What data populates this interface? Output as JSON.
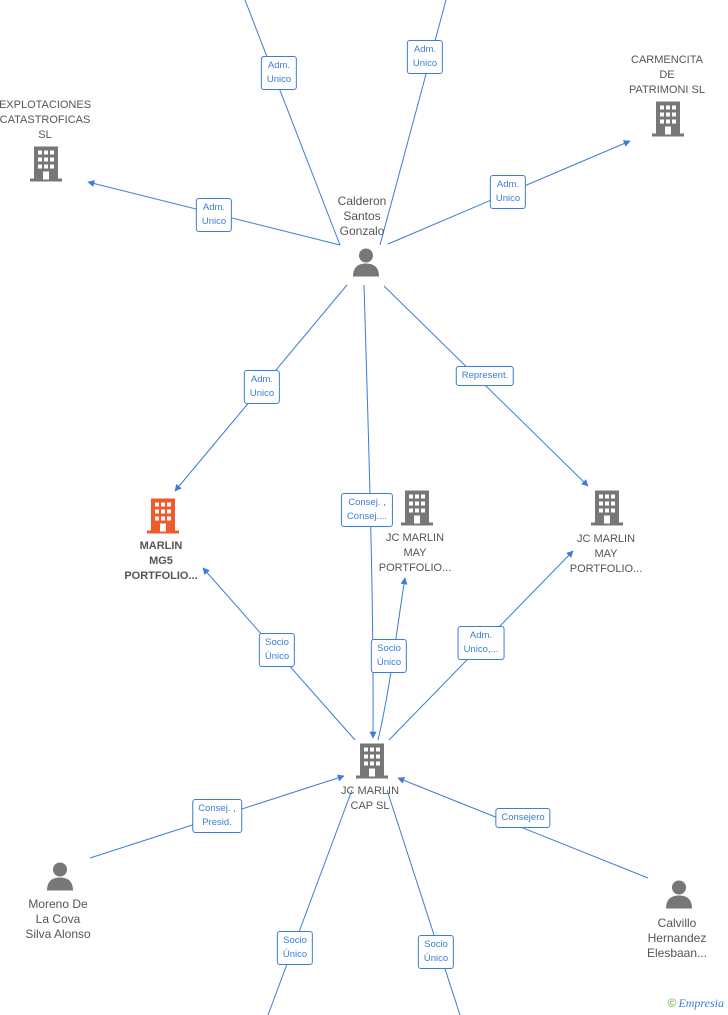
{
  "nodes": {
    "explotaciones": {
      "label": [
        "EXPLOTACIONES",
        "CATASTROFICAS",
        "SL"
      ],
      "type": "company"
    },
    "carmencita": {
      "label": [
        "CARMENCITA",
        "DE",
        "PATRIMONI  SL"
      ],
      "type": "company"
    },
    "calderon": {
      "label": [
        "Calderon",
        "Santos",
        "Gonzalo"
      ],
      "type": "person"
    },
    "marlin_mg5": {
      "label": [
        "MARLIN",
        "MG5",
        "PORTFOLIO..."
      ],
      "type": "company-highlight"
    },
    "jc_may_1": {
      "label": [
        "JC MARLIN",
        "MAY",
        "PORTFOLIO..."
      ],
      "type": "company"
    },
    "jc_may_2": {
      "label": [
        "JC MARLIN",
        "MAY",
        "PORTFOLIO..."
      ],
      "type": "company"
    },
    "jc_cap": {
      "label": [
        "JC MARLIN",
        "CAP  SL"
      ],
      "type": "company"
    },
    "moreno": {
      "label": [
        "Moreno De",
        "La Cova",
        "Silva Alonso"
      ],
      "type": "person"
    },
    "calvillo": {
      "label": [
        "Calvillo",
        "Hernandez",
        "Elesbaan..."
      ],
      "type": "person"
    }
  },
  "roles": {
    "r1": [
      "Adm.",
      "Unico"
    ],
    "r2": [
      "Adm.",
      "Unico"
    ],
    "r3": [
      "Adm.",
      "Unico"
    ],
    "r4": [
      "Adm.",
      "Unico"
    ],
    "r5": [
      "Adm.",
      "Unico"
    ],
    "r6": [
      "Represent."
    ],
    "r7": [
      "Consej. ,",
      "Consej...."
    ],
    "r8": [
      "Socio",
      "Único"
    ],
    "r9": [
      "Socio",
      "Único"
    ],
    "r10": [
      "Adm.",
      "Unico,..."
    ],
    "r11": [
      "Consej. ,",
      "Presid."
    ],
    "r12": [
      "Consejero"
    ],
    "r13": [
      "Socio",
      "Único"
    ],
    "r14": [
      "Socio",
      "Único"
    ]
  },
  "colors": {
    "edge": "#3b7dd8",
    "icon": "#777777",
    "highlight": "#f0592a"
  },
  "brand": {
    "copyright": "©",
    "name": "Empresia"
  }
}
